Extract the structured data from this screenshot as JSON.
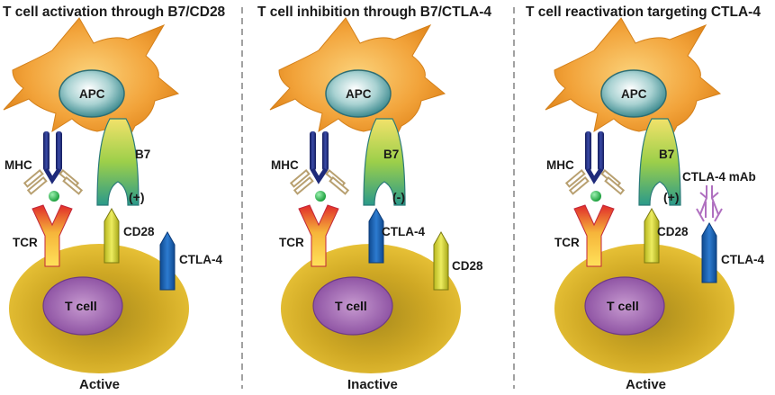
{
  "panels": [
    {
      "id": "activation",
      "title": "T cell activation through B7/CD28",
      "apc_label": "APC",
      "mhc_label": "MHC",
      "tcr_label": "TCR",
      "b7_label": "B7",
      "sign": "(+)",
      "upper_receptor_label": "CD28",
      "side_receptor_label": "CTLA-4",
      "tcell_label": "T cell",
      "status": "Active"
    },
    {
      "id": "inhibition",
      "title": "T cell inhibition through B7/CTLA-4",
      "apc_label": "APC",
      "mhc_label": "MHC",
      "tcr_label": "TCR",
      "b7_label": "B7",
      "sign": "(-)",
      "upper_receptor_label": "CTLA-4",
      "side_receptor_label": "CD28",
      "tcell_label": "T cell",
      "status": "Inactive"
    },
    {
      "id": "reactivation",
      "title": "T cell reactivation targeting CTLA-4",
      "apc_label": "APC",
      "mhc_label": "MHC",
      "tcr_label": "TCR",
      "b7_label": "B7",
      "sign": "(+)",
      "antibody_label": "CTLA-4 mAb",
      "upper_receptor_label": "CD28",
      "side_receptor_label": "CTLA-4",
      "tcell_label": "T cell",
      "status": "Active"
    }
  ],
  "colors": {
    "active": "#22a04b",
    "inactive": "#e03c2c",
    "plus_sign": "#22a04b",
    "minus_sign": "#e03c2c",
    "apc_body": "#f0a030",
    "tcell_body": "#c9a020",
    "nucleus_tcell": "#9a5aa8",
    "nucleus_apc": "#5a9aa0",
    "mhc": "#1e2a7a",
    "cd28": "#d8d830",
    "ctla4": "#1a5aa8",
    "antibody": "#b070c0",
    "peptide": "#20b040",
    "divider": "#888888"
  }
}
